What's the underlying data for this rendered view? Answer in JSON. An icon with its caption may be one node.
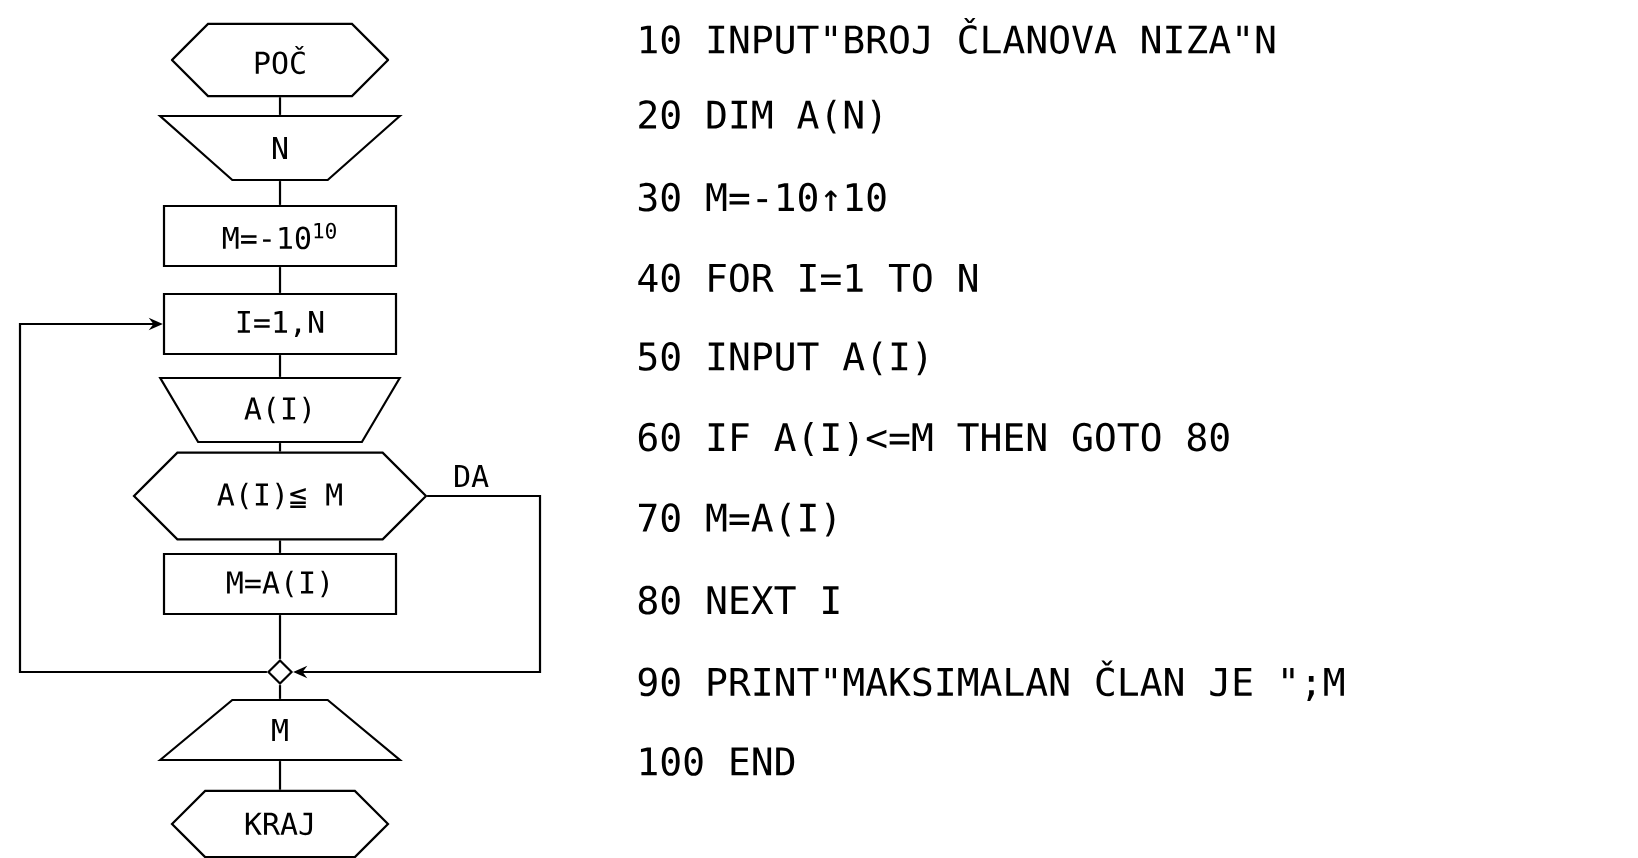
{
  "diagram": {
    "nodes": [
      {
        "text": [
          "POČ"
        ]
      },
      {
        "text": [
          "N"
        ]
      },
      {
        "text": [
          "M=-10$^{10}$"
        ]
      },
      {
        "text": [
          "I=1,N"
        ]
      },
      {
        "text": [
          "A(I)"
        ]
      },
      {
        "text": [
          "A(I)≦ M"
        ]
      },
      {
        "text": [
          "M=A(I)"
        ]
      },
      {
        "text": [],
        "shape": "diamond"
      },
      {
        "text": [
          "M"
        ]
      },
      {
        "text": [
          "KRAJ"
        ]
      }
    ],
    "edges": [
      {
        "from": 0,
        "to": 1,
        "arrow": "none"
      },
      {
        "from": 1,
        "to": 2,
        "arrow": "none"
      },
      {
        "from": 2,
        "to": 3,
        "arrow": "none"
      },
      {
        "from": 3,
        "to": 4,
        "arrow": "none"
      },
      {
        "from": 4,
        "to": 5,
        "arrow": "none"
      },
      {
        "from": 5,
        "to": 6,
        "arrow": "none"
      },
      {
        "from": 5,
        "to": 7,
        "arrow": "to",
        "label": "DA"
      },
      {
        "from": 6,
        "to": 7,
        "arrow": "none"
      },
      {
        "from": 7,
        "to": 3,
        "arrow": "to"
      },
      {
        "from": 7,
        "to": 8,
        "arrow": "none"
      },
      {
        "from": 8,
        "to": 9,
        "arrow": "none"
      }
    ],
    "labels": [
      "10 INPUT\"BROJ ČLANOVA NIZA\"N",
      "20 DIM A(N)",
      "30 M=-10↑10",
      "40 FOR I=1 TO N",
      "50 INPUT A(I)",
      "60 IF A(I)<=M THEN GOTO 80",
      "70 M=A(I)",
      "80 NEXT I",
      "90 PRINT\"MAKSIMALAN ČLAN JE \";M",
      "100 END"
    ]
  }
}
